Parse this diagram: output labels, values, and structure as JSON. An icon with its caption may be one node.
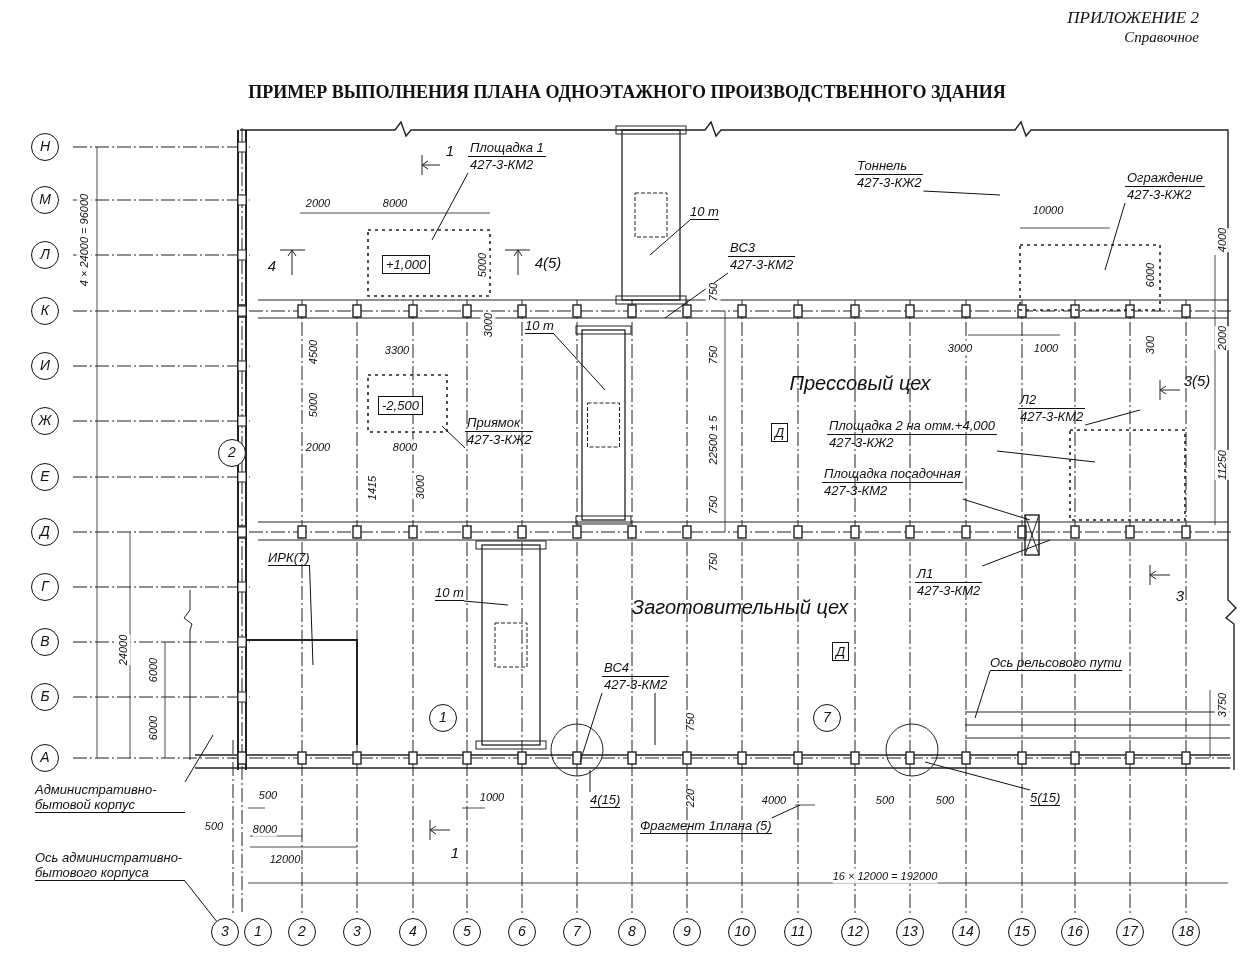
{
  "diagram": {
    "title": "ПРИМЕР ВЫПОЛНЕНИЯ ПЛАНА ОДНОЭТАЖНОГО ПРОИЗВОДСТВЕННОГО ЗДАНИЯ",
    "nodes": [
      {
        "text": [
          "Н"
        ]
      },
      {
        "text": [
          "М"
        ]
      },
      {
        "text": [
          "Л"
        ]
      },
      {
        "text": [
          "К"
        ]
      },
      {
        "text": [
          "И"
        ]
      },
      {
        "text": [
          "Ж"
        ]
      },
      {
        "text": [
          "Е"
        ]
      },
      {
        "text": [
          "Д"
        ]
      },
      {
        "text": [
          "Г"
        ]
      },
      {
        "text": [
          "В"
        ]
      },
      {
        "text": [
          "Б"
        ]
      },
      {
        "text": [
          "А"
        ]
      },
      {
        "text": [
          "3"
        ]
      },
      {
        "text": [
          "1"
        ]
      },
      {
        "text": [
          "2"
        ]
      },
      {
        "text": [
          "3"
        ]
      },
      {
        "text": [
          "4"
        ]
      },
      {
        "text": [
          "5"
        ]
      },
      {
        "text": [
          "6"
        ]
      },
      {
        "text": [
          "7"
        ]
      },
      {
        "text": [
          "8"
        ]
      },
      {
        "text": [
          "9"
        ]
      },
      {
        "text": [
          "10"
        ]
      },
      {
        "text": [
          "11"
        ]
      },
      {
        "text": [
          "12"
        ]
      },
      {
        "text": [
          "13"
        ]
      },
      {
        "text": [
          "14"
        ]
      },
      {
        "text": [
          "15"
        ]
      },
      {
        "text": [
          "16"
        ]
      },
      {
        "text": [
          "17"
        ]
      },
      {
        "text": [
          "18"
        ]
      },
      {
        "text": [
          "2"
        ]
      },
      {
        "text": [
          "1"
        ]
      },
      {
        "text": [
          "7"
        ]
      },
      {
        "text": [
          "Площадка 1",
          "427-3-КМ2"
        ]
      },
      {
        "text": [
          "Тоннель",
          "427-3-КЖ2"
        ]
      },
      {
        "text": [
          "Ограждение",
          "427-3-КЖ2"
        ]
      },
      {
        "text": [
          "10 т"
        ]
      },
      {
        "text": [
          "ВС3",
          "427-3-КМ2"
        ]
      },
      {
        "text": [
          "10 т"
        ]
      },
      {
        "text": [
          "Приямок",
          "427-3-КЖ2"
        ]
      },
      {
        "text": [
          "Л2",
          "427-3-КМ2"
        ]
      },
      {
        "text": [
          "Площадка 2 на отм.+4,000",
          "427-3-КЖ2"
        ]
      },
      {
        "text": [
          "Площадка посадочная",
          "427-3-КМ2"
        ]
      },
      {
        "text": [
          "Л1",
          "427-3-КМ2"
        ]
      },
      {
        "text": [
          "ИРК(7)"
        ]
      },
      {
        "text": [
          "10 т"
        ]
      },
      {
        "text": [
          "ВС4",
          "427-3-КМ2"
        ]
      },
      {
        "text": [
          "Ось рельсового пути"
        ]
      },
      {
        "text": [
          "Административно-бытовой корпус"
        ]
      },
      {
        "text": [
          "Ось административно-бытового корпуса"
        ]
      },
      {
        "text": [
          "4(15)"
        ]
      },
      {
        "text": [
          "5(15)"
        ]
      },
      {
        "text": [
          "Фрагмент 1плана (5)"
        ]
      },
      {
        "text": [
          "+1,000"
        ]
      },
      {
        "text": [
          "-2,500"
        ]
      },
      {
        "text": [
          "Д"
        ]
      },
      {
        "text": [
          "Д"
        ]
      }
    ],
    "edges": [
      {
        "from": 34,
        "to": null,
        "arrow": "none"
      },
      {
        "from": 35,
        "to": null,
        "arrow": "none"
      },
      {
        "from": 36,
        "to": null,
        "arrow": "none"
      },
      {
        "from": 37,
        "to": null,
        "arrow": "none"
      },
      {
        "from": 38,
        "to": null,
        "arrow": "none"
      },
      {
        "from": 39,
        "to": null,
        "arrow": "none"
      },
      {
        "from": 40,
        "to": null,
        "arrow": "none"
      },
      {
        "from": 41,
        "to": null,
        "arrow": "none"
      },
      {
        "from": 42,
        "to": null,
        "arrow": "none"
      },
      {
        "from": 43,
        "to": null,
        "arrow": "none"
      },
      {
        "from": 44,
        "to": null,
        "arrow": "none"
      },
      {
        "from": 45,
        "to": null,
        "arrow": "none"
      },
      {
        "from": 46,
        "to": null,
        "arrow": "none"
      },
      {
        "from": 47,
        "to": null,
        "arrow": "none"
      },
      {
        "from": 47,
        "to": null,
        "arrow": "none"
      },
      {
        "from": 48,
        "to": null,
        "arrow": "none"
      },
      {
        "from": 49,
        "to": null,
        "arrow": "none"
      },
      {
        "from": 50,
        "to": 12,
        "arrow": "none"
      },
      {
        "from": 51,
        "to": null,
        "arrow": "none"
      },
      {
        "from": 52,
        "to": null,
        "arrow": "none"
      },
      {
        "from": 53,
        "to": null,
        "arrow": "none"
      }
    ],
    "labels": [
      "ПРИЛОЖЕНИЕ 2",
      "Справочное",
      "1",
      "2000",
      "8000",
      "4",
      "4(5)",
      "5000",
      "3000",
      "3300",
      "4500",
      "5000",
      "2000",
      "8000",
      "1415",
      "3000",
      "4 × 24000 = 96000",
      "24000",
      "6000",
      "6000",
      "750",
      "750",
      "22500 ± 5",
      "750",
      "750",
      "Прессовый цех",
      "10000",
      "4000",
      "6000",
      "3000",
      "1000",
      "300",
      "2000",
      "3(5)",
      "11250",
      "3",
      "Заготовительный цех",
      "3750",
      "750",
      "220",
      "500",
      "1000",
      "500",
      "8000",
      "12000",
      "1",
      "4000",
      "500",
      "500",
      "16 × 12000 = 192000"
    ]
  }
}
